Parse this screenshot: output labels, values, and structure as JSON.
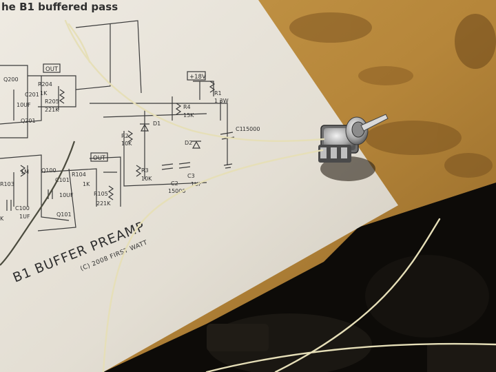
{
  "photo": {
    "subject": "Toggle switch wired to a printed schematic",
    "colors": {
      "table_wood": "#b98b3e",
      "paper": "#e7e3da",
      "ink": "#2f2f2f",
      "wire": "#e6dfb8",
      "background": "#0d0b08"
    }
  },
  "schematic": {
    "header_text": "he B1 buffered pass",
    "title": "B1 BUFFER PREAMP",
    "copyright": "(C) 2008 FIRST WATT",
    "out_labels": [
      "OUT",
      "OUT"
    ],
    "supply_label": "+18V",
    "transistors": [
      "Q200",
      "Q201",
      "Q100",
      "Q101"
    ],
    "resistors": [
      {
        "ref": "R204",
        "value": "1K"
      },
      {
        "ref": "R205",
        "value": "221K"
      },
      {
        "ref": "R104",
        "value": "1K"
      },
      {
        "ref": "R105",
        "value": "221K"
      },
      {
        "ref": "R103",
        "value": "1M"
      },
      {
        "ref": "R1",
        "value": "1 3W"
      },
      {
        "ref": "R2",
        "value": "10K"
      },
      {
        "ref": "R3",
        "value": "10K"
      },
      {
        "ref": "R4",
        "value": "15K"
      }
    ],
    "capacitors": [
      {
        "ref": "C201",
        "value": "10UF"
      },
      {
        "ref": "C101",
        "value": "10UF"
      },
      {
        "ref": "C100",
        "value": "1UF"
      },
      {
        "ref": "C1",
        "value": "15000"
      },
      {
        "ref": "C2",
        "value": "15000"
      },
      {
        "ref": "C3",
        "value": "1UF"
      }
    ],
    "diodes": [
      "D1",
      "D2"
    ],
    "edge_fragment": "K"
  }
}
